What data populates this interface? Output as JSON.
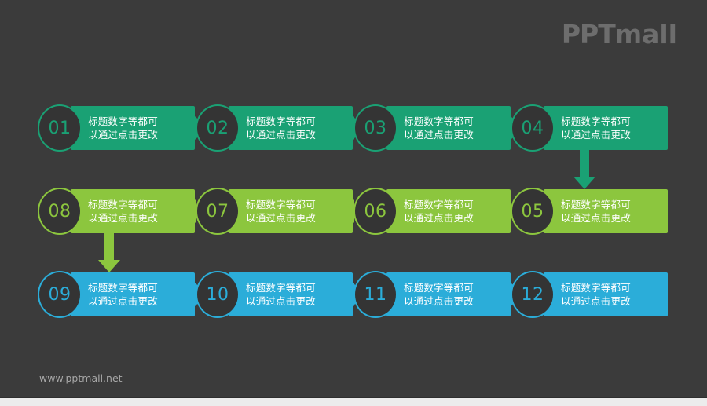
{
  "branding": {
    "logo_text": "PPTmall",
    "logo_part1": "PPT",
    "logo_part2": "mall",
    "footer_url": "www.pptmall.net",
    "background_color": "#3b3b3b",
    "bottom_strip_color": "#ececec"
  },
  "palette": {
    "row1_color": "#1aa174",
    "row2_color": "#8cc63e",
    "row3_color": "#2badd9",
    "circle_fill": "#343434",
    "label_color": "#ffffff"
  },
  "diagram": {
    "type": "snake-process-flow",
    "rows": [
      {
        "name": "row-1",
        "color": "#1aa174",
        "direction": "left-to-right",
        "items": [
          {
            "number": "01",
            "label": "标题数字等都可\n以通过点击更改"
          },
          {
            "number": "02",
            "label": "标题数字等都可\n以通过点击更改"
          },
          {
            "number": "03",
            "label": "标题数字等都可\n以通过点击更改"
          },
          {
            "number": "04",
            "label": "标题数字等都可\n以通过点击更改"
          }
        ]
      },
      {
        "name": "row-2",
        "color": "#8cc63e",
        "direction": "right-to-left",
        "items": [
          {
            "number": "05",
            "label": "标题数字等都可\n以通过点击更改"
          },
          {
            "number": "06",
            "label": "标题数字等都可\n以通过点击更改"
          },
          {
            "number": "07",
            "label": "标题数字等都可\n以通过点击更改"
          },
          {
            "number": "08",
            "label": "标题数字等都可\n以通过点击更改"
          }
        ]
      },
      {
        "name": "row-3",
        "color": "#2badd9",
        "direction": "left-to-right",
        "items": [
          {
            "number": "09",
            "label": "标题数字等都可\n以通过点击更改"
          },
          {
            "number": "10",
            "label": "标题数字等都可\n以通过点击更改"
          },
          {
            "number": "11",
            "label": "标题数字等都可\n以通过点击更改"
          },
          {
            "number": "12",
            "label": "标题数字等都可\n以通过点击更改"
          }
        ]
      }
    ],
    "connectors": [
      {
        "name": "connector-04-to-05",
        "orientation": "down",
        "color": "#1aa174"
      },
      {
        "name": "connector-08-to-09",
        "orientation": "down",
        "color": "#8cc63e"
      }
    ]
  }
}
